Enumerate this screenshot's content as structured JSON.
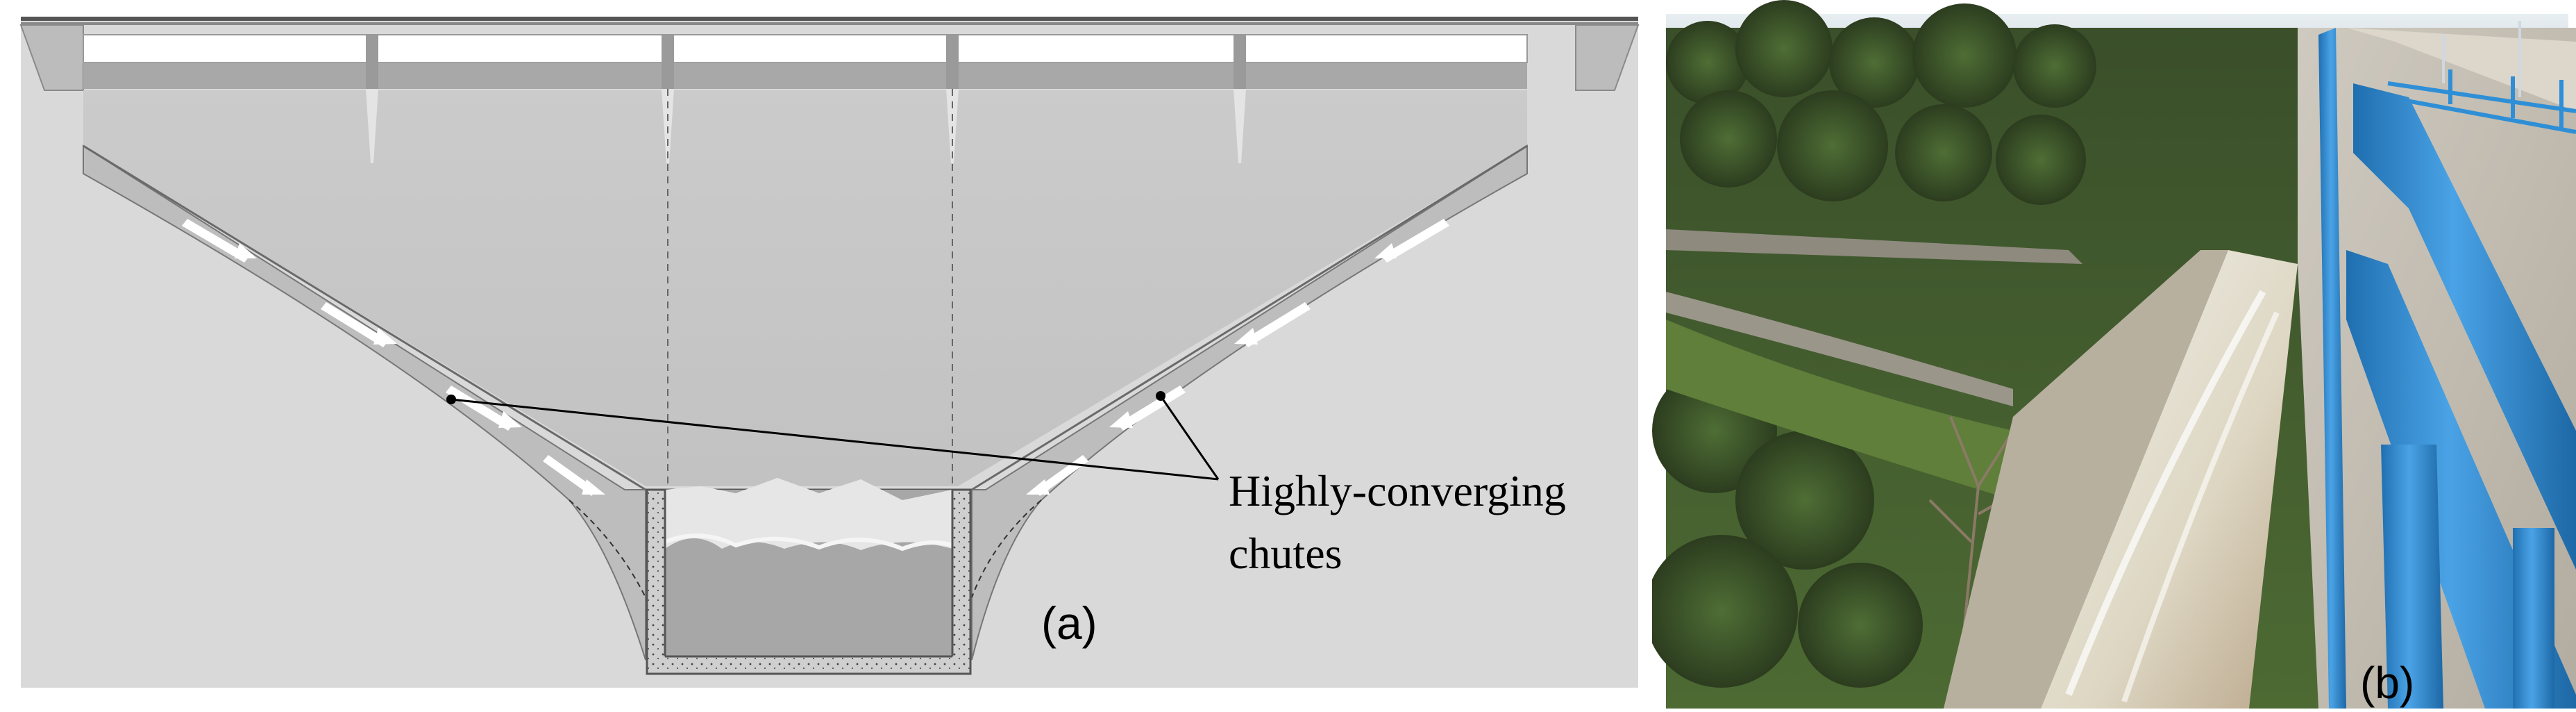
{
  "panel_a": {
    "annotation_line1": "Highly-converging",
    "annotation_line2": "chutes",
    "panel_label": "(a)"
  },
  "panel_b": {
    "panel_label": "(b)"
  },
  "colors": {
    "background": "#d7d7d7",
    "dam_face": "#c8c8c8",
    "chute": "#bdbdbd",
    "crest_bar": "#a6a6a6",
    "railing_blue": "#2e8fd6",
    "vegetation": "#3f5a2c"
  }
}
